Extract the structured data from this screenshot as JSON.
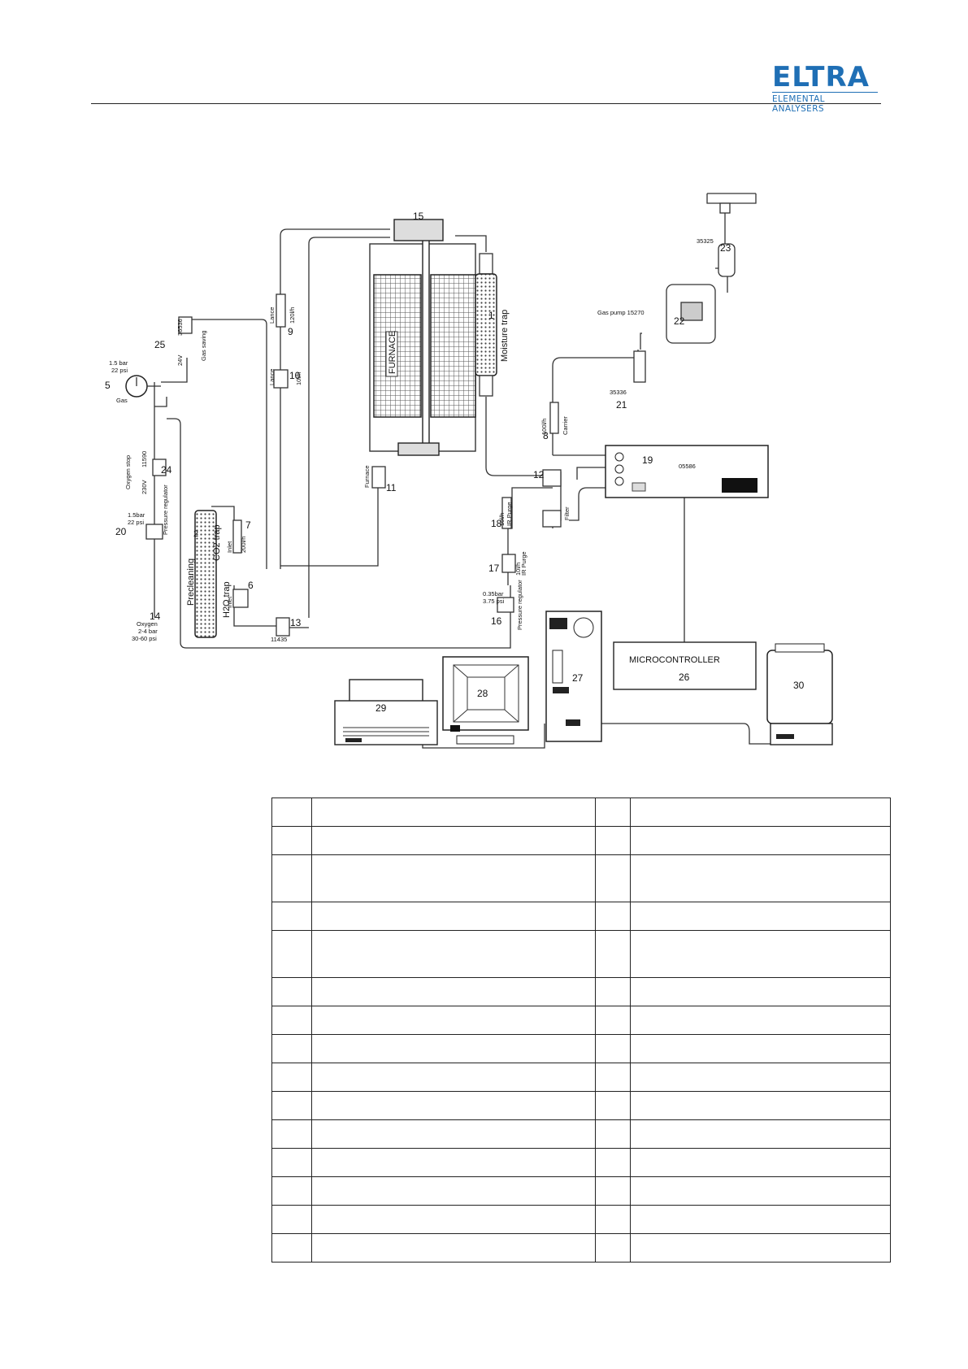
{
  "header": {
    "logo_word": "ELTRA",
    "logo_subtitle": "ELEMENTAL ANALYSERS",
    "brand_color": "#1f6fb5"
  },
  "diagram": {
    "furnace_label": "FURNACE",
    "moisture_trap_label": "Moisture trap",
    "gas_pump_label": "Gas pump 15270",
    "microcontroller_label": "MICROCONTROLLER",
    "preclean_label": "Precleaning",
    "h2o_trap_label": "H2O trap",
    "co2_trap_label": "CO2 trap",
    "n2_label": "2",
    "oxygen_label": "Oxygen",
    "oxygen_pressure_bar": "2-4 bar",
    "oxygen_pressure_psi": "30-60 psi",
    "gauge_bar": "1.5 bar",
    "gauge_psi": "22 psi",
    "gauge_label": "Gas",
    "reg20_bar": "1.5bar",
    "reg20_psi": "22 psi",
    "reg16_bar": "0.35bar",
    "reg16_psi": "3.75 psi",
    "pressure_regulator_label": "Pressure regulator",
    "pressure_regulator_label2": "Pressure regulator",
    "oxygen_stop_label": "Oxygen stop",
    "v230_label": "230V",
    "part_11590": "11590",
    "part_36536": "36536",
    "gas_saving_label": "Gas saving",
    "v24_label": "24V",
    "lance_label": "Lance",
    "lance_label2": "Lance",
    "flow_120": "120l/h",
    "flow_10": "10l/h",
    "inlet_label": "Inlet",
    "inlet_label2": "Inlet",
    "flow_200": "200l/h",
    "furnace_valve_label": "Furnace",
    "ir_purge_label": "IR Purge",
    "ir_purge_label2": "IR Purge",
    "flow_10b": "10l/h",
    "flow_10c": "10l/h",
    "filter_label": "Filter",
    "carrier_label": "Carrier",
    "flow_100": "100l/h",
    "part_35325": "35325",
    "part_35336": "35336",
    "part_11435": "11435",
    "part_05586": "05586",
    "callouts": {
      "n1": "1",
      "n2": "2",
      "n5": "5",
      "n6": "6",
      "n7": "7",
      "n8": "8",
      "n9": "9",
      "n10": "10",
      "n11": "11",
      "n12": "12",
      "n13": "13",
      "n14": "14",
      "n15": "15",
      "n16": "16",
      "n17": "17",
      "n18": "18",
      "n19": "19",
      "n20": "20",
      "n21": "21",
      "n22": "22",
      "n23": "23",
      "n24": "24",
      "n25": "25",
      "n26": "26",
      "n27": "27",
      "n28": "28",
      "n29": "29",
      "n30": "30"
    }
  },
  "legend_table": {
    "rows": [
      {
        "a": "",
        "b": "",
        "c": "",
        "d": ""
      },
      {
        "a": "",
        "b": "",
        "c": "",
        "d": ""
      },
      {
        "a": "",
        "b": "",
        "c": "",
        "d": ""
      },
      {
        "a": "",
        "b": "",
        "c": "",
        "d": ""
      },
      {
        "a": "",
        "b": "",
        "c": "",
        "d": ""
      },
      {
        "a": "",
        "b": "",
        "c": "",
        "d": ""
      },
      {
        "a": "",
        "b": "",
        "c": "",
        "d": ""
      },
      {
        "a": "",
        "b": "",
        "c": "",
        "d": ""
      },
      {
        "a": "",
        "b": "",
        "c": "",
        "d": ""
      },
      {
        "a": "",
        "b": "",
        "c": "",
        "d": ""
      },
      {
        "a": "",
        "b": "",
        "c": "",
        "d": ""
      },
      {
        "a": "",
        "b": "",
        "c": "",
        "d": ""
      },
      {
        "a": "",
        "b": "",
        "c": "",
        "d": ""
      },
      {
        "a": "",
        "b": "",
        "c": "",
        "d": ""
      },
      {
        "a": "",
        "b": "",
        "c": "",
        "d": ""
      }
    ]
  }
}
